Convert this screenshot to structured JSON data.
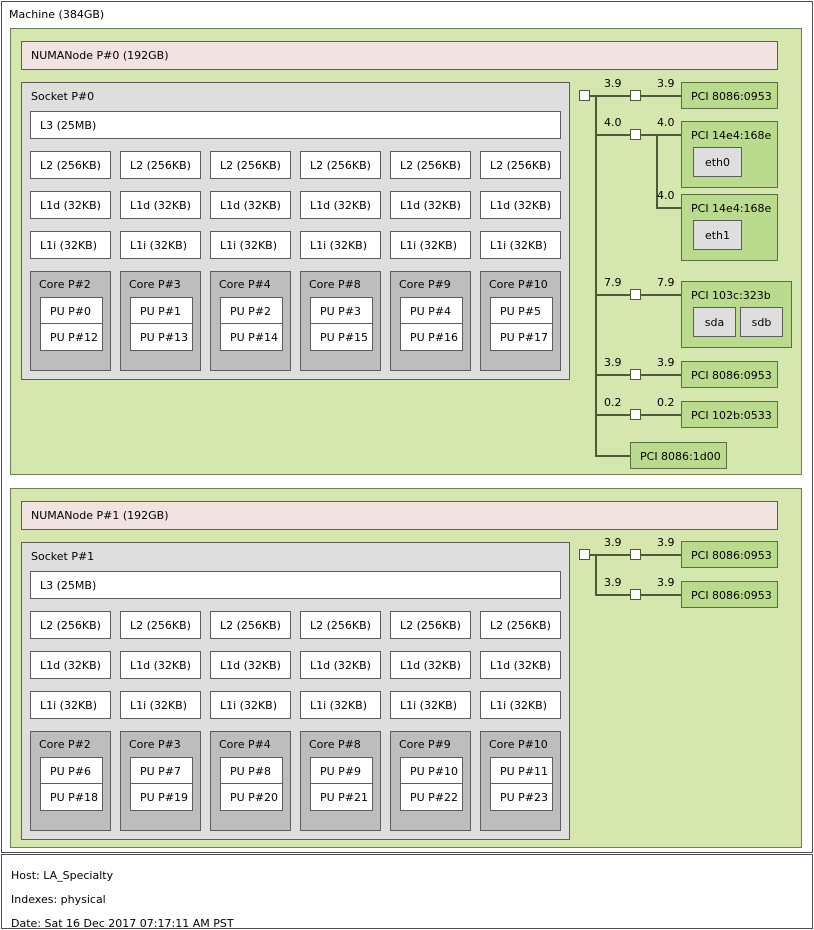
{
  "machine": {
    "label": "Machine (384GB)"
  },
  "colors": {
    "numa_bg": "#d5e6ae",
    "numa_header_bg": "#f2e2e2",
    "socket_bg": "#dedede",
    "cache_bg": "#ffffff",
    "core_bg": "#bdbdbd",
    "pci_bg": "#badb8e",
    "osdev_bg": "#dedede",
    "border": "#5d5d5d",
    "green_border": "#5d6d42"
  },
  "nodes": [
    {
      "id": "numanode-0",
      "header": "NUMANode P#0 (192GB)",
      "socket": "Socket P#0",
      "l3": "L3 (25MB)",
      "l2": [
        "L2 (256KB)",
        "L2 (256KB)",
        "L2 (256KB)",
        "L2 (256KB)",
        "L2 (256KB)",
        "L2 (256KB)"
      ],
      "l1d": [
        "L1d (32KB)",
        "L1d (32KB)",
        "L1d (32KB)",
        "L1d (32KB)",
        "L1d (32KB)",
        "L1d (32KB)"
      ],
      "l1i": [
        "L1i (32KB)",
        "L1i (32KB)",
        "L1i (32KB)",
        "L1i (32KB)",
        "L1i (32KB)",
        "L1i (32KB)"
      ],
      "cores": [
        {
          "label": "Core P#2",
          "pus": [
            "PU P#0",
            "PU P#12"
          ]
        },
        {
          "label": "Core P#3",
          "pus": [
            "PU P#1",
            "PU P#13"
          ]
        },
        {
          "label": "Core P#4",
          "pus": [
            "PU P#2",
            "PU P#14"
          ]
        },
        {
          "label": "Core P#8",
          "pus": [
            "PU P#3",
            "PU P#15"
          ]
        },
        {
          "label": "Core P#9",
          "pus": [
            "PU P#4",
            "PU P#16"
          ]
        },
        {
          "label": "Core P#10",
          "pus": [
            "PU P#5",
            "PU P#17"
          ]
        }
      ],
      "pci": [
        {
          "label": "PCI 8086:0953",
          "bw_left": "3.9",
          "bw_right": "3.9",
          "osdevs": []
        },
        {
          "label": "PCI 14e4:168e",
          "bw_left": "4.0",
          "bw_right": "4.0",
          "osdevs": [
            "eth0"
          ]
        },
        {
          "label": "PCI 14e4:168e",
          "bw_left": "",
          "bw_right": "4.0",
          "osdevs": [
            "eth1"
          ]
        },
        {
          "label": "PCI 103c:323b",
          "bw_left": "7.9",
          "bw_right": "7.9",
          "osdevs": [
            "sda",
            "sdb"
          ]
        },
        {
          "label": "PCI 8086:0953",
          "bw_left": "3.9",
          "bw_right": "3.9",
          "osdevs": []
        },
        {
          "label": "PCI 102b:0533",
          "bw_left": "0.2",
          "bw_right": "0.2",
          "osdevs": []
        },
        {
          "label": "PCI 8086:1d00",
          "bw_left": "",
          "bw_right": "",
          "osdevs": []
        }
      ]
    },
    {
      "id": "numanode-1",
      "header": "NUMANode P#1 (192GB)",
      "socket": "Socket P#1",
      "l3": "L3 (25MB)",
      "l2": [
        "L2 (256KB)",
        "L2 (256KB)",
        "L2 (256KB)",
        "L2 (256KB)",
        "L2 (256KB)",
        "L2 (256KB)"
      ],
      "l1d": [
        "L1d (32KB)",
        "L1d (32KB)",
        "L1d (32KB)",
        "L1d (32KB)",
        "L1d (32KB)",
        "L1d (32KB)"
      ],
      "l1i": [
        "L1i (32KB)",
        "L1i (32KB)",
        "L1i (32KB)",
        "L1i (32KB)",
        "L1i (32KB)",
        "L1i (32KB)"
      ],
      "cores": [
        {
          "label": "Core P#2",
          "pus": [
            "PU P#6",
            "PU P#18"
          ]
        },
        {
          "label": "Core P#3",
          "pus": [
            "PU P#7",
            "PU P#19"
          ]
        },
        {
          "label": "Core P#4",
          "pus": [
            "PU P#8",
            "PU P#20"
          ]
        },
        {
          "label": "Core P#8",
          "pus": [
            "PU P#9",
            "PU P#21"
          ]
        },
        {
          "label": "Core P#9",
          "pus": [
            "PU P#10",
            "PU P#22"
          ]
        },
        {
          "label": "Core P#10",
          "pus": [
            "PU P#11",
            "PU P#23"
          ]
        }
      ],
      "pci": [
        {
          "label": "PCI 8086:0953",
          "bw_left": "3.9",
          "bw_right": "3.9",
          "osdevs": []
        },
        {
          "label": "PCI 8086:0953",
          "bw_left": "3.9",
          "bw_right": "3.9",
          "osdevs": []
        }
      ]
    }
  ],
  "footer": {
    "host": "Host: LA_Specialty",
    "indexes": "Indexes: physical",
    "date": "Date: Sat 16 Dec 2017 07:17:11 AM PST"
  }
}
